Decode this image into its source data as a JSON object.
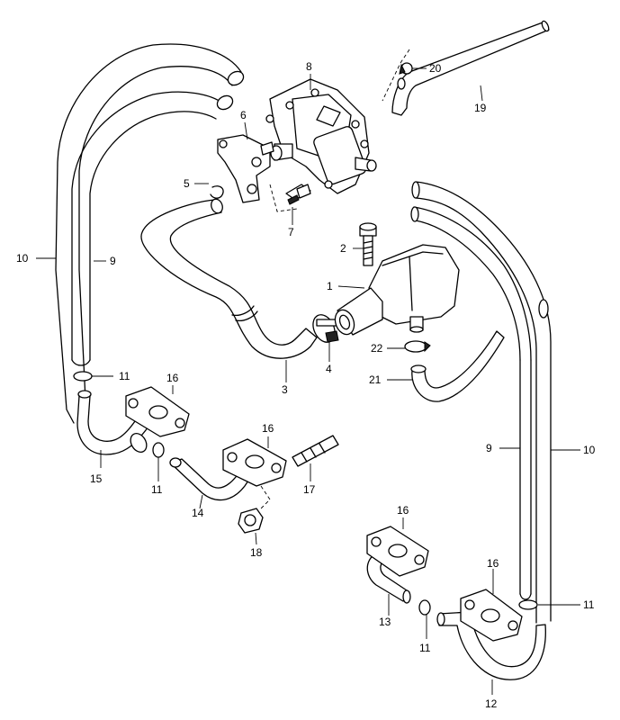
{
  "callouts": {
    "n1": "1",
    "n2": "2",
    "n3": "3",
    "n4": "4",
    "n5": "5",
    "n6": "6",
    "n7": "7",
    "n8": "8",
    "n9a": "9",
    "n9b": "9",
    "n10a": "10",
    "n10b": "10",
    "n11a": "11",
    "n11b": "11",
    "n11c": "11",
    "n11d": "11",
    "n12": "12",
    "n13": "13",
    "n14": "14",
    "n15": "15",
    "n16a": "16",
    "n16b": "16",
    "n16c": "16",
    "n16d": "16",
    "n17": "17",
    "n18": "18",
    "n19": "19",
    "n20": "20",
    "n21": "21",
    "n22": "22"
  }
}
